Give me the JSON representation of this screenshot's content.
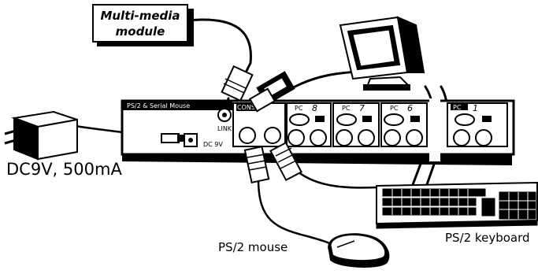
{
  "callout": {
    "line1": "Multi-media",
    "line2": "module"
  },
  "panel": {
    "header": "PS/2 & Serial Mouse",
    "console": "CONSOLE",
    "link": "LINK",
    "dc": "DC 9V",
    "ports": [
      {
        "label": "PC",
        "num": "8"
      },
      {
        "label": "PC",
        "num": "7"
      },
      {
        "label": "PC",
        "num": "6"
      },
      {
        "label": "PC",
        "num": "1"
      }
    ]
  },
  "labels": {
    "adapter": "DC9V, 500mA",
    "mouse": "PS/2 mouse",
    "keyboard": "PS/2 keyboard"
  }
}
